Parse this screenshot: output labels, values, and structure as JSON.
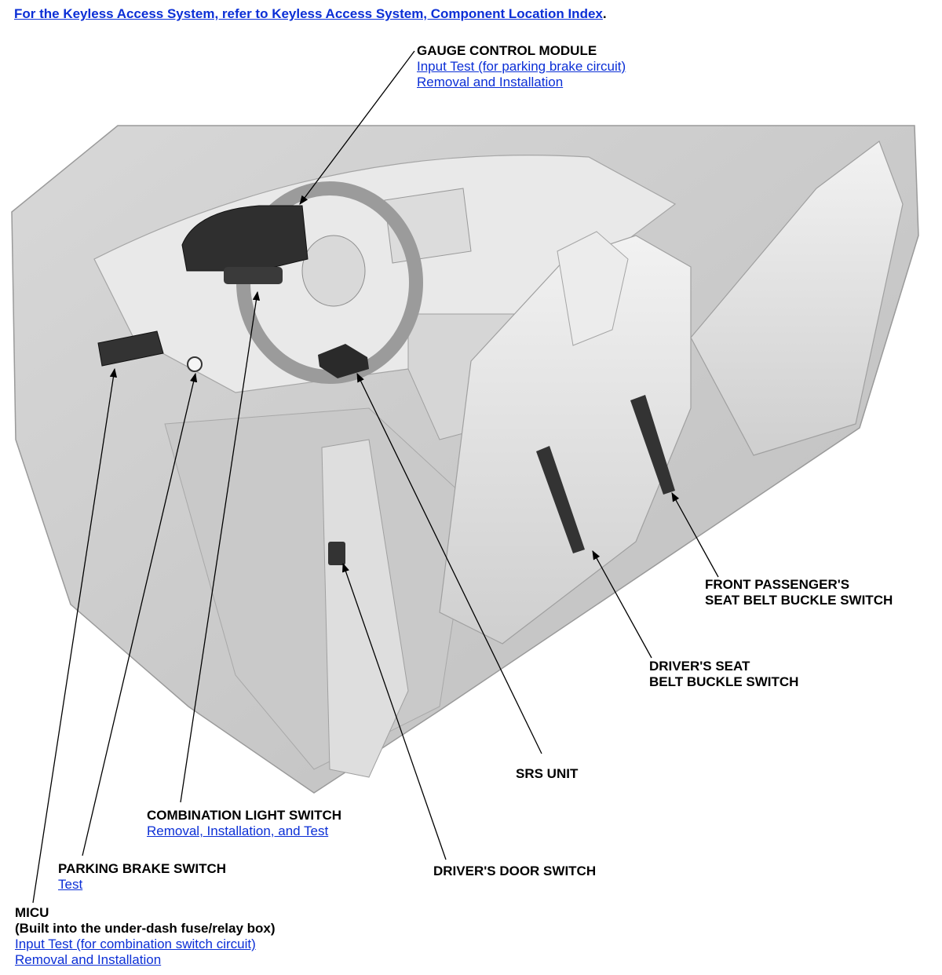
{
  "header": {
    "link_text": "For the Keyless Access System, refer to Keyless Access System, Component Location Index",
    "trailing": "."
  },
  "callouts": {
    "gauge": {
      "title": "GAUGE CONTROL MODULE",
      "links": [
        "Input Test (for parking brake circuit)",
        "Removal and Installation"
      ]
    },
    "front_passenger": {
      "title_line1": "FRONT PASSENGER'S",
      "title_line2": "SEAT BELT BUCKLE SWITCH"
    },
    "driver_seat": {
      "title_line1": "DRIVER'S SEAT",
      "title_line2": "BELT BUCKLE SWITCH"
    },
    "srs": {
      "title": "SRS UNIT"
    },
    "combination": {
      "title": "COMBINATION LIGHT SWITCH",
      "links": [
        "Removal, Installation, and Test"
      ]
    },
    "driver_door": {
      "title": "DRIVER'S DOOR SWITCH"
    },
    "parking_brake": {
      "title": "PARKING BRAKE SWITCH",
      "links": [
        "Test"
      ]
    },
    "micu": {
      "title": "MICU",
      "subtitle": "(Built into the under-dash fuse/relay box)",
      "links": [
        "Input Test (for combination switch circuit)",
        "Removal and Installation"
      ]
    }
  },
  "colors": {
    "link": "#0b2fd6",
    "interior_light": "#e6e6e6",
    "interior_mid": "#cfcfcf",
    "component_dark": "#2d2d2d"
  }
}
